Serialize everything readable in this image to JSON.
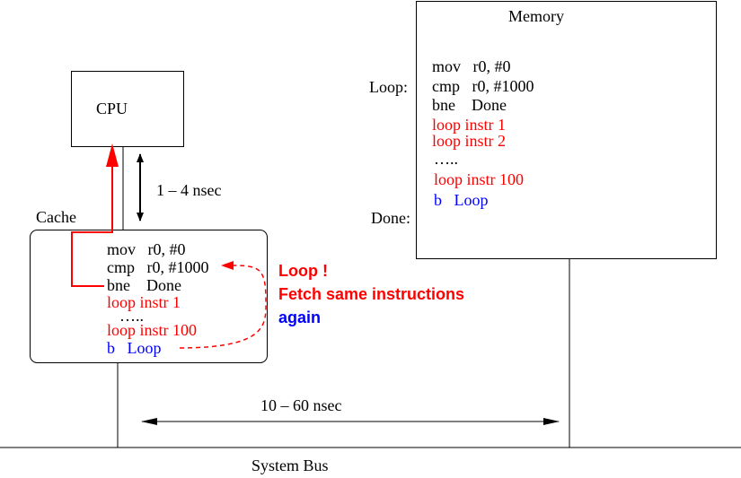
{
  "colors": {
    "black": "#000000",
    "red": "#ff0000",
    "blue": "#0000ff"
  },
  "cpu": {
    "label": "CPU"
  },
  "cpu_cache_latency": {
    "label": "1 – 4 nsec"
  },
  "cache": {
    "label": "Cache",
    "lines": [
      {
        "text": "mov   r0, #0",
        "color": "black"
      },
      {
        "text": "cmp   r0, #1000",
        "color": "black"
      },
      {
        "text": "bne    Done",
        "color": "black"
      },
      {
        "text": "loop instr 1",
        "color": "red"
      },
      {
        "text": "…..",
        "color": "black"
      },
      {
        "text": "loop instr 100",
        "color": "red"
      },
      {
        "text": "b   Loop",
        "color": "blue"
      }
    ]
  },
  "annotation": {
    "line1": "Loop !",
    "line2": "Fetch same instructions",
    "line3": "again"
  },
  "memory": {
    "label": "Memory",
    "loop_label": "Loop:",
    "done_label": "Done:",
    "lines": [
      {
        "text": "mov   r0, #0",
        "color": "black"
      },
      {
        "text": "cmp   r0, #1000",
        "color": "black"
      },
      {
        "text": "bne    Done",
        "color": "black"
      },
      {
        "text": "loop instr 1",
        "color": "red"
      },
      {
        "text": "loop instr 2",
        "color": "red"
      },
      {
        "text": "…..",
        "color": "black"
      },
      {
        "text": "loop instr 100",
        "color": "red"
      },
      {
        "text": "b   Loop",
        "color": "blue"
      }
    ]
  },
  "bus_latency": {
    "label": "10 – 60 nsec"
  },
  "system_bus": {
    "label": "System Bus"
  }
}
